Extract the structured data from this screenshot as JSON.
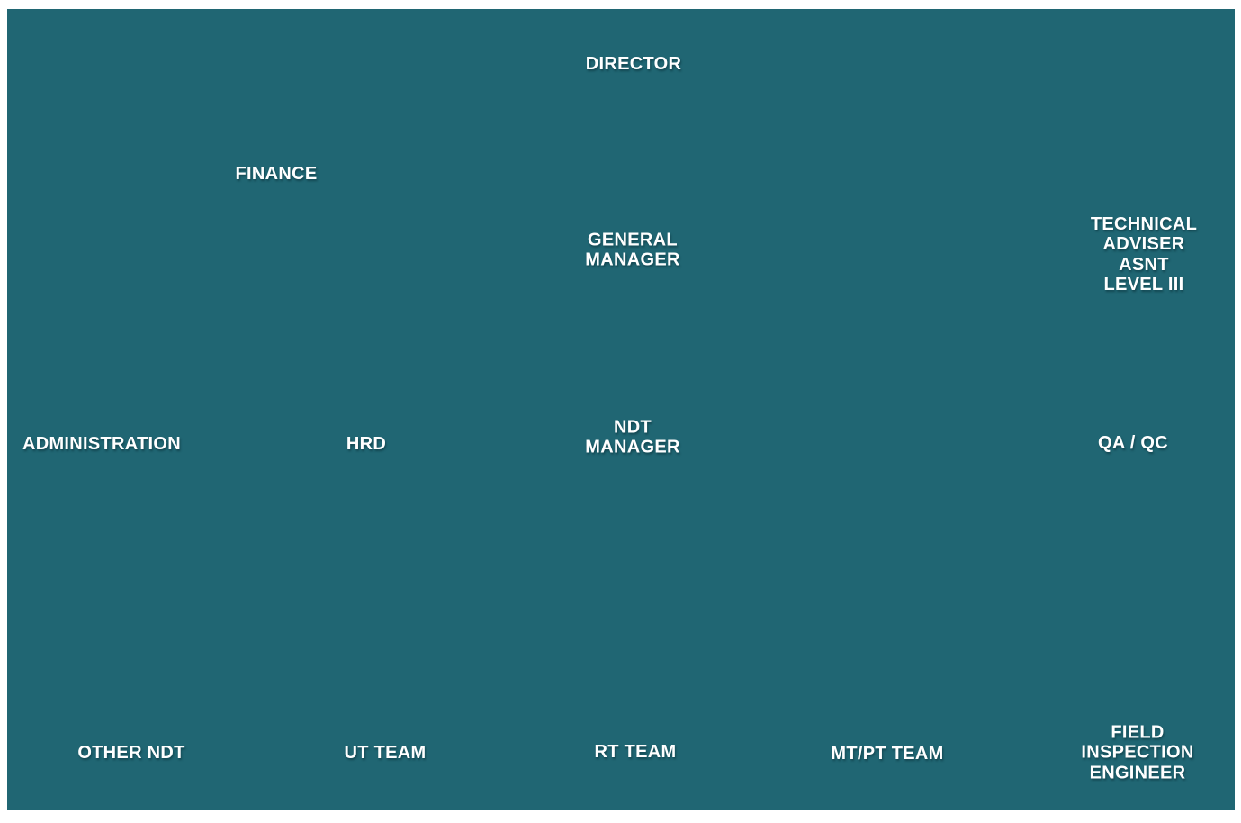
{
  "page": {
    "background_color": "#ffffff"
  },
  "board": {
    "fill_color": "#206673",
    "text_color": "#ffffff"
  },
  "org_chart": {
    "type": "org-chart",
    "nodes": [
      {
        "id": "director",
        "label": "DIRECTOR",
        "row": 1
      },
      {
        "id": "finance",
        "label": "FINANCE",
        "row": 2
      },
      {
        "id": "general-manager",
        "label": "GENERAL\nMANAGER",
        "row": 2
      },
      {
        "id": "technical-adviser-asnt-level-iii",
        "label": "TECHNICAL\nADVISER ASNT\nLEVEL III",
        "row": 2
      },
      {
        "id": "administration",
        "label": "ADMINISTRATION",
        "row": 3
      },
      {
        "id": "hrd",
        "label": "HRD",
        "row": 3
      },
      {
        "id": "ndt-manager",
        "label": "NDT\nMANAGER",
        "row": 3
      },
      {
        "id": "qa-qc",
        "label": "QA / QC",
        "row": 3
      },
      {
        "id": "other-ndt",
        "label": "OTHER NDT",
        "row": 4
      },
      {
        "id": "ut-team",
        "label": "UT TEAM",
        "row": 4
      },
      {
        "id": "rt-team",
        "label": "RT TEAM",
        "row": 4
      },
      {
        "id": "mt-pt-team",
        "label": "MT/PT TEAM",
        "row": 4
      },
      {
        "id": "field-inspection-engineer",
        "label": "FIELD\nINSPECTION\nENGINEER",
        "row": 4
      }
    ]
  }
}
